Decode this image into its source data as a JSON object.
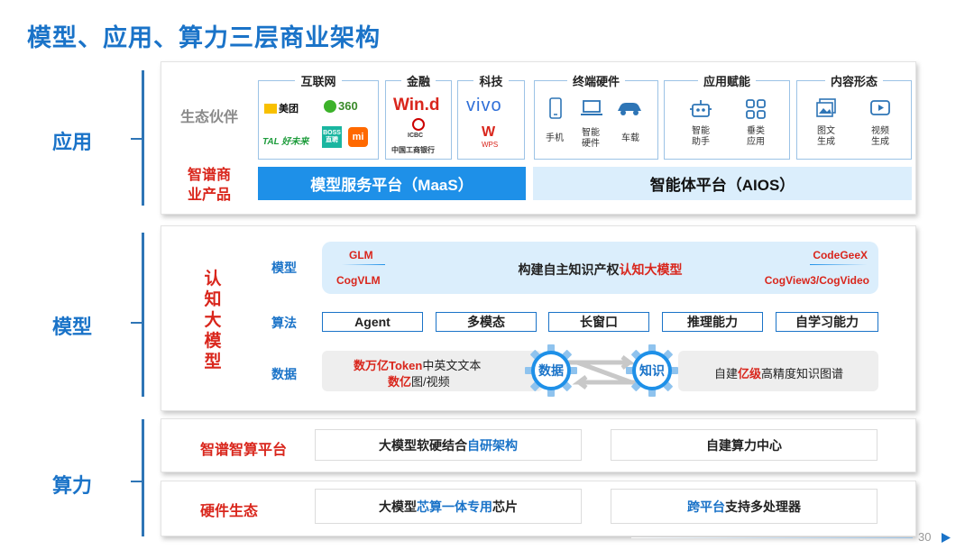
{
  "title": "模型、应用、算力三层商业架构",
  "layers": {
    "app": "应用",
    "model": "模型",
    "compute": "算力"
  },
  "app": {
    "partners_label": "生态伙伴",
    "products_label_1": "智谱商",
    "products_label_2": "业产品",
    "groups": {
      "internet": {
        "title": "互联网",
        "logos": [
          "美团",
          "360",
          "TAL 好未来",
          "BOSS 直聘",
          "mi"
        ]
      },
      "finance": {
        "title": "金融",
        "logos": [
          "Win.d",
          "ICBC",
          "中国工商银行"
        ]
      },
      "tech": {
        "title": "科技",
        "logos": [
          "vivo",
          "WPS"
        ]
      },
      "terminal": {
        "title": "终端硬件",
        "items": [
          "手机",
          "智能硬件",
          "车载"
        ]
      },
      "empower": {
        "title": "应用赋能",
        "items": [
          "智能助手",
          "垂类应用"
        ]
      },
      "content": {
        "title": "内容形态",
        "items": [
          "图文生成",
          "视频生成"
        ]
      }
    },
    "maas": "模型服务平台（MaaS）",
    "aios": "智能体平台（AIOS）"
  },
  "model": {
    "side_label": [
      "认",
      "知",
      "大",
      "模",
      "型"
    ],
    "row_labels": {
      "model": "模型",
      "algo": "算法",
      "data": "数据"
    },
    "models_left": [
      "GLM",
      "CogVLM"
    ],
    "models_right": [
      "CodeGeeX",
      "CogView3/CogVideo"
    ],
    "center_pre": "构建自主知识产权",
    "center_hl": "认知大模型",
    "algos": [
      "Agent",
      "多模态",
      "长窗口",
      "推理能力",
      "自学习能力"
    ],
    "data_left_1_hl": "数万亿Token",
    "data_left_1": "中英文文本",
    "data_left_2_hl": "数亿",
    "data_left_2": "图/视频",
    "gear_data": "数据",
    "gear_knowledge": "知识",
    "data_right_pre": "自建",
    "data_right_hl": "亿级",
    "data_right_post": "高精度知识图谱"
  },
  "compute": {
    "platform_label": "智谱智算平台",
    "platform_box1_pre": "大模型软硬结合",
    "platform_box1_hl": "自研架构",
    "platform_box2": "自建算力中心",
    "hardware_label": "硬件生态",
    "hardware_box1_pre": "大模型",
    "hardware_box1_hl": "芯算一体专用",
    "hardware_box1_post": "芯片",
    "hardware_box2_hl": "跨平台",
    "hardware_box2_post": "支持多处理器"
  },
  "page_number": "30",
  "colors": {
    "accent_blue": "#1a73c8",
    "accent_red": "#d9261c",
    "maas_blue": "#1e90e8",
    "light_blue": "#dbeefc"
  }
}
